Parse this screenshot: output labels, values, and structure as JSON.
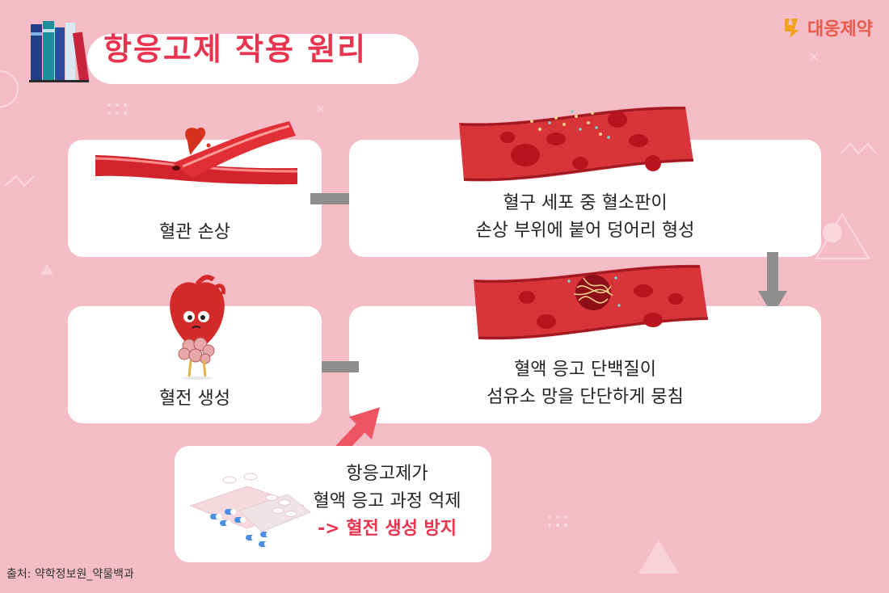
{
  "title": "항응고제 작용 원리",
  "brand": "대웅제약",
  "steps": {
    "vessel_damage": "혈관 손상",
    "platelet_line1": "혈구 세포 중 혈소판이",
    "platelet_line2": "손상 부위에 붙어 덩어리 형성",
    "fibrin_line1": "혈액 응고 단백질이",
    "fibrin_line2": "섬유소 망을 단단하게 뭉침",
    "clot": "혈전 생성"
  },
  "anticoagulant": {
    "line1": "항응고제가",
    "line2": "혈액 응고 과정 억제",
    "line3": "-> 혈전 생성 방지"
  },
  "source": "출처: 약학정보원_약물백과",
  "colors": {
    "accent": "#e8344f",
    "background": "#f4bcc6",
    "arrow": "#8e8e8e",
    "arrow_highlight": "#ee5562"
  },
  "icons": [
    "books-icon",
    "brand-logo-icon",
    "blood-vessel-icon",
    "blood-cells-icon",
    "blood-clot-icon",
    "heart-icon",
    "pills-icon"
  ]
}
